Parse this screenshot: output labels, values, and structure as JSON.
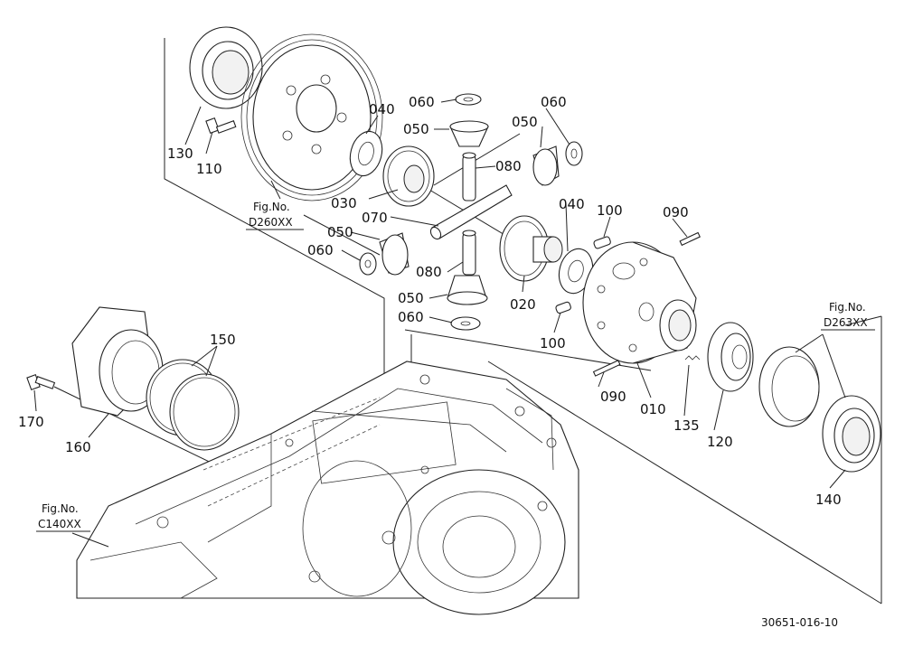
{
  "diagram": {
    "labels": {
      "p010": "010",
      "p020": "020",
      "p030": "030",
      "p040a": "040",
      "p040b": "040",
      "p050a": "050",
      "p050b": "050",
      "p050c": "050",
      "p050d": "050",
      "p060a": "060",
      "p060b": "060",
      "p060c": "060",
      "p060d": "060",
      "p070": "070",
      "p080a": "080",
      "p080b": "080",
      "p090a": "090",
      "p090b": "090",
      "p100a": "100",
      "p100b": "100",
      "p110": "110",
      "p120": "120",
      "p130": "130",
      "p135": "135",
      "p140": "140",
      "p150": "150",
      "p160": "160",
      "p170": "170"
    },
    "refs": {
      "d260": {
        "line1": "Fig.No.",
        "line2": "D260XX"
      },
      "d263": {
        "line1": "Fig.No.",
        "line2": "D263XX"
      },
      "c140": {
        "line1": "Fig.No.",
        "line2": "C140XX"
      }
    },
    "drawing_code": "30651-016-10"
  }
}
